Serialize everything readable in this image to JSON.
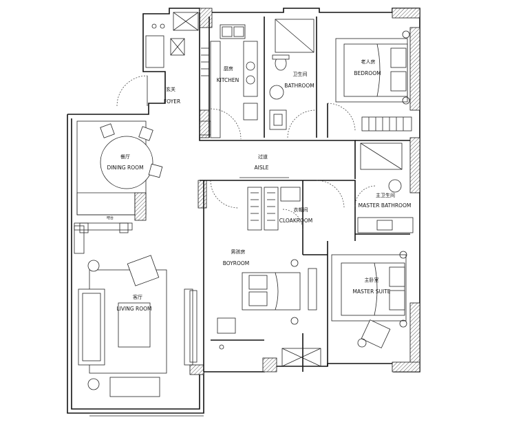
{
  "plan": {
    "rooms": [
      {
        "key": "foyer",
        "cn": "玄关",
        "en": "FOYER"
      },
      {
        "key": "kitchen",
        "cn": "厨房",
        "en": "KITCHEN"
      },
      {
        "key": "bathroom",
        "cn": "卫生间",
        "en": "BATHROOM"
      },
      {
        "key": "bedroom",
        "cn": "老人房",
        "en": "BEDROOM"
      },
      {
        "key": "dining",
        "cn": "餐厅",
        "en": "DINING ROOM"
      },
      {
        "key": "aisle",
        "cn": "过道",
        "en": "AISLE"
      },
      {
        "key": "master_bath",
        "cn": "主卫生间",
        "en": "MASTER BATHROOM"
      },
      {
        "key": "cloakroom",
        "cn": "衣帽间",
        "en": "CLOAKROOM"
      },
      {
        "key": "boyroom",
        "cn": "男孩房",
        "en": "BOYROOM"
      },
      {
        "key": "master_suite",
        "cn": "主卧室",
        "en": "MASTER SUITE"
      },
      {
        "key": "living",
        "cn": "客厅",
        "en": "LIVING ROOM"
      }
    ],
    "misc": {
      "bar_label": "吧台"
    }
  }
}
